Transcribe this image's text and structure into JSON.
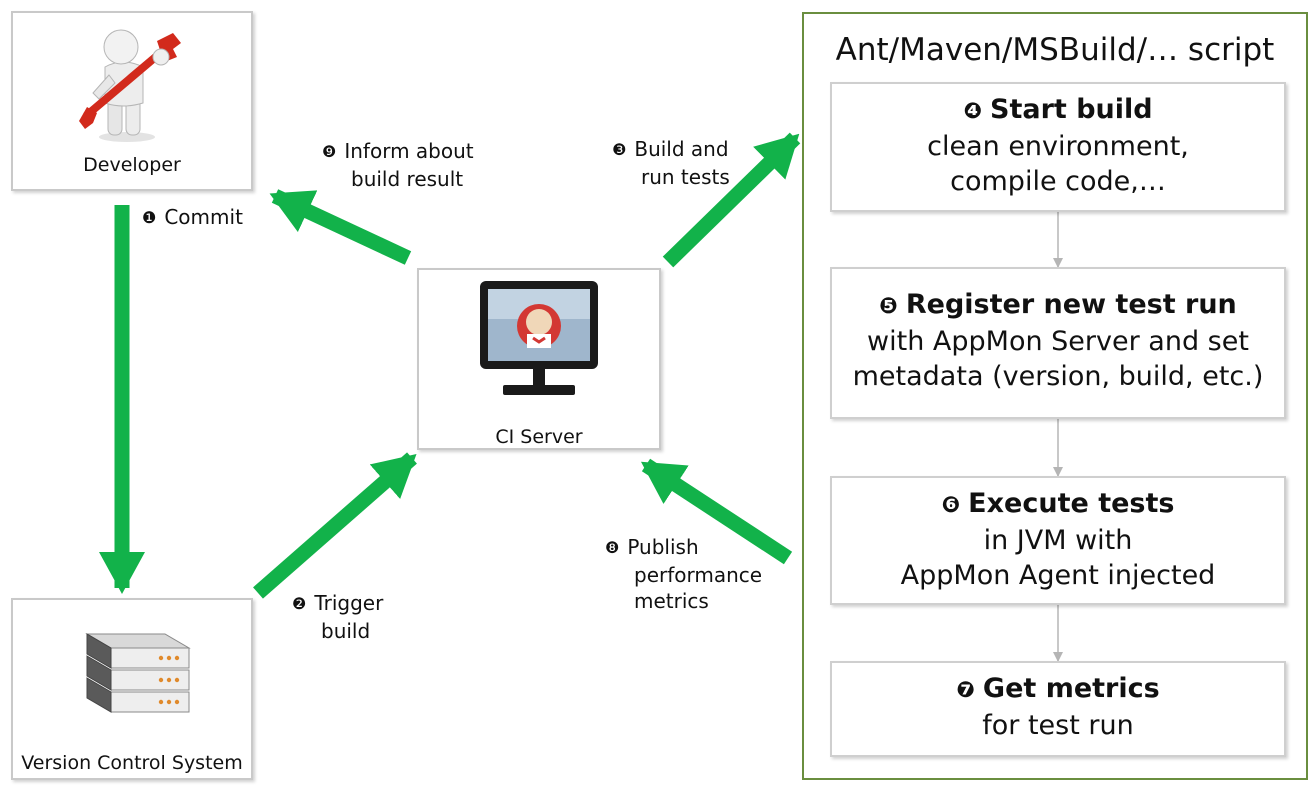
{
  "nodes": {
    "developer": {
      "label": "Developer"
    },
    "ci_server": {
      "label": "CI Server"
    },
    "vcs": {
      "label": "Version Control System"
    }
  },
  "edges": [
    {
      "id": "commit",
      "number": "❶",
      "lines": [
        "Commit"
      ]
    },
    {
      "id": "trigger",
      "number": "❷",
      "lines": [
        "Trigger",
        "build"
      ]
    },
    {
      "id": "build-tests",
      "number": "❸",
      "lines": [
        "Build and",
        "run tests"
      ]
    },
    {
      "id": "publish",
      "number": "❽",
      "lines": [
        "Publish",
        "performance",
        "metrics"
      ]
    },
    {
      "id": "inform",
      "number": "❾",
      "lines": [
        "Inform about",
        "build result"
      ]
    }
  ],
  "script": {
    "title": "Ant/Maven/MSBuild/… script",
    "steps": [
      {
        "number": "❹",
        "title": "Start build",
        "lines": [
          "clean environment,",
          "compile code,…"
        ]
      },
      {
        "number": "❺",
        "title": "Register new test run",
        "lines": [
          "with  AppMon Server and set",
          "metadata (version, build, etc.)"
        ]
      },
      {
        "number": "❻",
        "title": "Execute tests",
        "lines": [
          "in JVM with",
          "AppMon Agent injected"
        ]
      },
      {
        "number": "❼",
        "title": "Get metrics",
        "lines": [
          "for test run"
        ]
      }
    ]
  },
  "colors": {
    "arrow": "#12b24a",
    "script_border": "#6a8e3f",
    "box_border": "#c9c9c9",
    "connector": "#b5b5b5",
    "wrench": "#d22a1c"
  },
  "icons": {
    "developer": "person-with-wrench-icon",
    "ci_server": "jenkins-monitor-icon",
    "vcs": "server-stack-icon"
  }
}
